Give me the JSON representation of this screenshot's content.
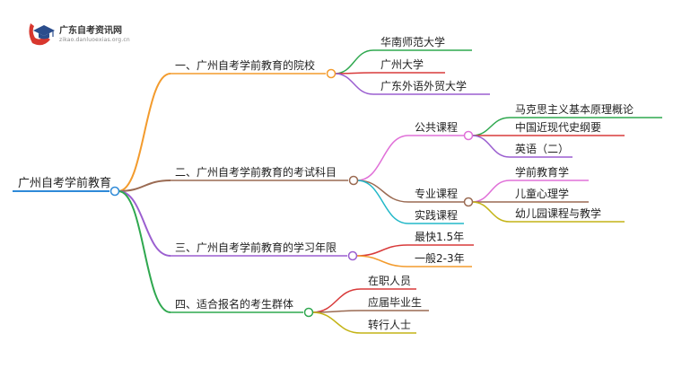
{
  "logo": {
    "title": "广东自考资讯网",
    "url": "zikao.danluoexias.org.cn"
  },
  "mindmap": {
    "root": "广州自考学前教育",
    "branches": [
      {
        "label": "一、广州自考学前教育的院校",
        "color": "#f39b2d",
        "children": [
          {
            "label": "华南师范大学",
            "color": "#2fa84f"
          },
          {
            "label": "广州大学",
            "color": "#d83a3a"
          },
          {
            "label": "广东外语外贸大学",
            "color": "#9b5fd0"
          }
        ]
      },
      {
        "label": "二、广州自考学前教育的考试科目",
        "color": "#9a6a52",
        "children": [
          {
            "label": "公共课程",
            "color": "#e070d8",
            "children": [
              {
                "label": "马克思主义基本原理概论",
                "color": "#2fa84f"
              },
              {
                "label": "中国近现代史纲要",
                "color": "#d83a3a"
              },
              {
                "label": "英语（二）",
                "color": "#9b5fd0"
              }
            ]
          },
          {
            "label": "专业课程",
            "color": "#9a6a52",
            "children": [
              {
                "label": "学前教育学",
                "color": "#e070d8"
              },
              {
                "label": "儿童心理学",
                "color": "#9a6a52"
              },
              {
                "label": "幼儿园课程与教学",
                "color": "#c4b417"
              }
            ]
          },
          {
            "label": "实践课程",
            "color": "#22b8c8"
          }
        ]
      },
      {
        "label": "三、广州自考学前教育的学习年限",
        "color": "#9b5fd0",
        "children": [
          {
            "label": "最快1.5年",
            "color": "#d83a3a"
          },
          {
            "label": "一般2-3年",
            "color": "#f39b2d"
          }
        ]
      },
      {
        "label": "四、适合报名的考生群体",
        "color": "#2fa84f",
        "children": [
          {
            "label": "在职人员",
            "color": "#d83a3a"
          },
          {
            "label": "应届毕业生",
            "color": "#9a6a52"
          },
          {
            "label": "转行人士",
            "color": "#c4b417"
          }
        ]
      }
    ]
  }
}
